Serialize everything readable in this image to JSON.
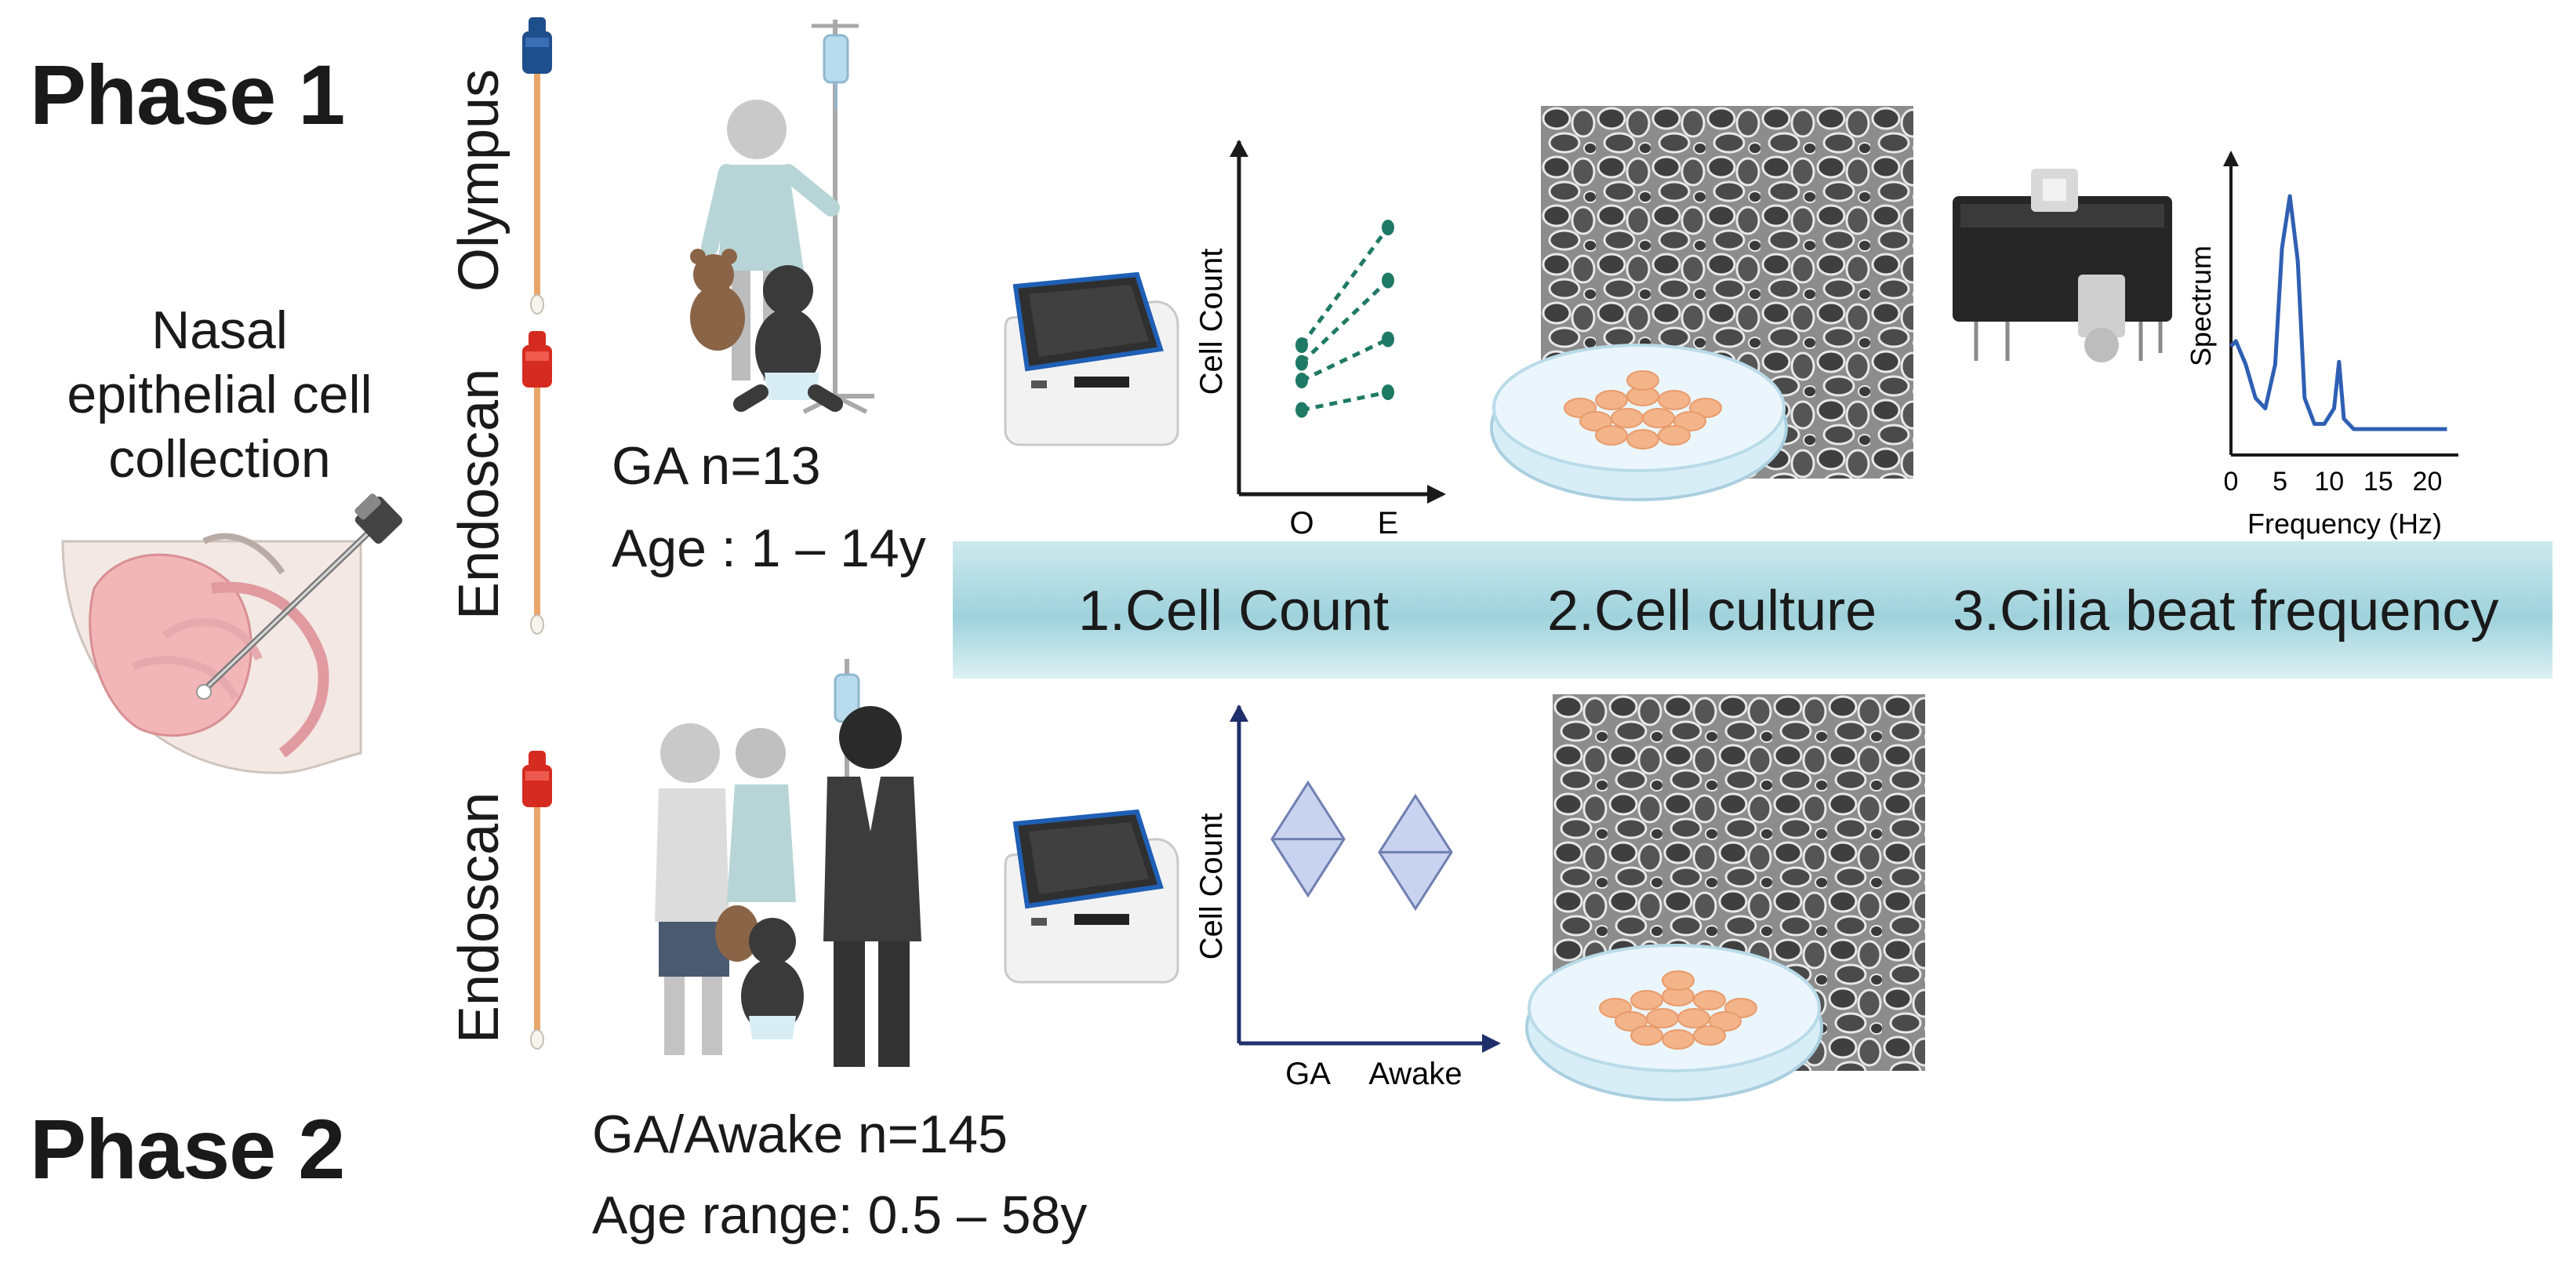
{
  "phases": {
    "phase1_title": "Phase 1",
    "phase2_title": "Phase 2"
  },
  "collection": {
    "title_line1": "Nasal",
    "title_line2": "epithelial cell",
    "title_line3": "collection"
  },
  "swabs": {
    "phase1_top": "Olympus",
    "phase1_bottom": "Endoscan",
    "phase2": "Endoscan",
    "colors": {
      "olympus": "#1f4e8c",
      "endoscan": "#d62b20",
      "stick": "#e9a66b"
    }
  },
  "cohorts": {
    "phase1_n": "GA n=13",
    "phase1_age": "Age : 1 – 14y",
    "phase2_n": "GA/Awake n=145",
    "phase2_age": "Age range: 0.5 – 58y"
  },
  "band": {
    "step1": "1.Cell Count",
    "step2": "2.Cell culture",
    "step3": "3.Cilia beat frequency"
  },
  "chart_data": [
    {
      "type": "line",
      "ylabel": "Cell Count",
      "categories": [
        "O",
        "E"
      ],
      "series": [
        {
          "values": [
            1.0,
            2.0
          ]
        },
        {
          "values": [
            0.85,
            1.55
          ]
        },
        {
          "values": [
            0.7,
            1.05
          ]
        },
        {
          "values": [
            0.45,
            0.6
          ]
        }
      ]
    },
    {
      "type": "violin",
      "ylabel": "Cell Count",
      "categories": [
        "GA",
        "Awake"
      ],
      "series": [
        {
          "values": [
            0.62,
            0.58
          ]
        }
      ]
    },
    {
      "type": "line",
      "ylabel": "Spectrum",
      "xlabel": "Frequency (Hz)",
      "x_ticks": [
        "0",
        "5",
        "10",
        "15",
        "20"
      ],
      "xlim": [
        0,
        22
      ],
      "x": [
        0,
        0.5,
        1.5,
        2.5,
        3.5,
        4.5,
        5.2,
        6,
        6.8,
        7.5,
        8.5,
        9.5,
        10.5,
        11,
        11.5,
        12.5,
        14,
        16,
        18,
        20,
        22
      ],
      "values": [
        0.42,
        0.44,
        0.35,
        0.22,
        0.18,
        0.35,
        0.8,
        1.0,
        0.75,
        0.22,
        0.12,
        0.12,
        0.18,
        0.36,
        0.14,
        0.1,
        0.1,
        0.1,
        0.1,
        0.1,
        0.1
      ],
      "color": "#2f5fb3"
    }
  ]
}
